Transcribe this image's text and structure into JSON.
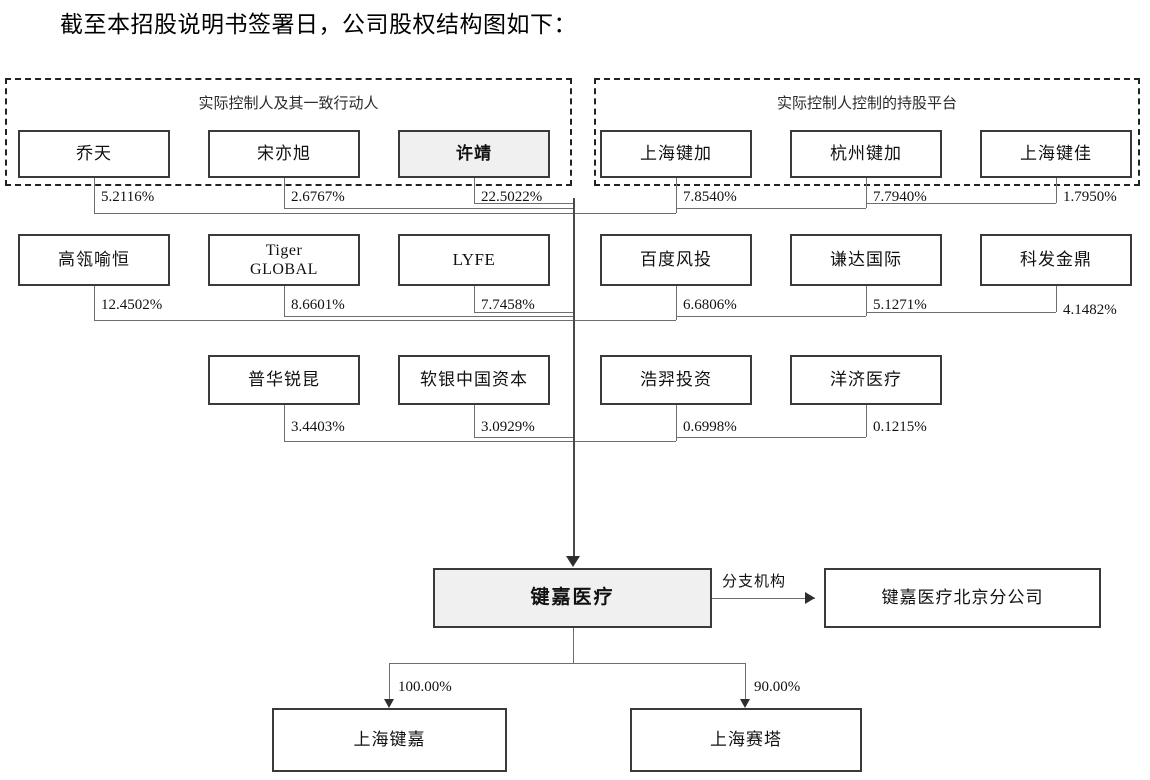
{
  "heading": "截至本招股说明书签署日，公司股权结构图如下：",
  "groups": [
    {
      "label": "实际控制人及其一致行动人"
    },
    {
      "label": "实际控制人控制的持股平台"
    }
  ],
  "row1": [
    {
      "name": "乔天",
      "pct": "5.2116%",
      "shaded": false
    },
    {
      "name": "宋亦旭",
      "pct": "2.6767%",
      "shaded": false
    },
    {
      "name": "许靖",
      "pct": "22.5022%",
      "shaded": true
    },
    {
      "name": "上海键加",
      "pct": "7.8540%",
      "shaded": false
    },
    {
      "name": "杭州键加",
      "pct": "7.7940%",
      "shaded": false
    },
    {
      "name": "上海键佳",
      "pct": "1.7950%",
      "shaded": false
    }
  ],
  "row2": [
    {
      "name": "高瓴喻恒",
      "pct": "12.4502%"
    },
    {
      "name_line1": "Tiger",
      "name_line2": "GLOBAL",
      "pct": "8.6601%"
    },
    {
      "name": "LYFE",
      "pct": "7.7458%"
    },
    {
      "name": "百度风投",
      "pct": "6.6806%"
    },
    {
      "name": "谦达国际",
      "pct": "5.1271%"
    },
    {
      "name": "科发金鼎",
      "pct": "4.1482%"
    }
  ],
  "row3": [
    {
      "name": "普华锐昆",
      "pct": "3.4403%"
    },
    {
      "name": "软银中国资本",
      "pct": "3.0929%"
    },
    {
      "name": "浩羿投资",
      "pct": "0.6998%"
    },
    {
      "name": "洋济医疗",
      "pct": "0.1215%"
    }
  ],
  "company": {
    "name": "键嘉医疗"
  },
  "branch": {
    "edge_label": "分支机构",
    "name": "键嘉医疗北京分公司"
  },
  "subsidiaries": [
    {
      "name": "上海键嘉",
      "pct": "100.00%"
    },
    {
      "name": "上海赛塔",
      "pct": "90.00%"
    }
  ],
  "colors": {
    "node_border": "#3a3a3a",
    "shaded_fill": "#f0f0f0",
    "connector": "#6e6e6e",
    "trunk": "#4a4a4a"
  }
}
